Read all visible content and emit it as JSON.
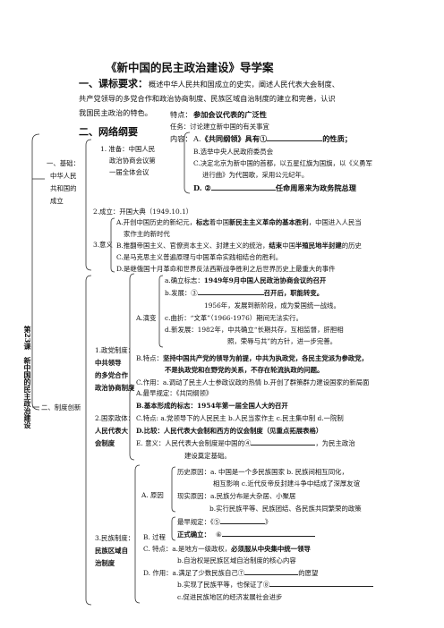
{
  "title": "《新中国的民主政治建设》导学案",
  "sec1": {
    "heading": "一、课标要求：",
    "line1": "概述中华人民共和国成立的史实，阐述人民代表大会制度、",
    "line2": "共产党领导的多党合作和政治协商制度、民族区域自治制度的建立和完善，认识",
    "line3": "我国民主政治的特色。"
  },
  "sec2": {
    "heading": "二、网络纲要",
    "feature_label": "特点：",
    "feature_value": "参加会议代表的广泛性",
    "task": "任务：讨论建立新中国的有关事宜",
    "content_label": "内容：",
    "content_a_pre": "A.",
    "content_a_bold": "《共同纲领》具有①",
    "content_a_post": "的性质；",
    "content_b": "B.选举中央人民政府委员会",
    "content_c1": "C.决定北京为新中国的首都，以五星红旗为国旗，以《义勇军",
    "content_c2": "进行曲》为代国歌，采用公元纪年。",
    "content_d_pre": "D. ②",
    "content_d_post": "任命周恩来为政务院总理"
  },
  "part1": {
    "label": [
      "一、基础：",
      "中华人民",
      "共和国的",
      "成立"
    ],
    "prep": [
      "1.  准备：中国人民",
      "政治协商会议第",
      "一届全体会议"
    ],
    "founding": "2.成立：开国大典（1949.10.1）",
    "meaning_label": "3.意义",
    "m_a1_pre": "A.开创中国历史的新纪元，",
    "m_a1_bold": "标志",
    "m_a1_mid": "着中国",
    "m_a1_rest": "新民主主义革命的基本胜利",
    "m_a1_end": "，中国进入人民当",
    "m_a2": "家作主的新时代",
    "m_b_pre": "B.推翻帝国主义、官僚资本主义、封建主义的统治，",
    "m_b_bold": "结束",
    "m_b_mid": "中国",
    "m_b_bold2": "半殖民地半封建",
    "m_b_end": "的历史",
    "m_c": "C.是马克思主义普遍原理与中国革命实践相结合的胜利。",
    "m_d": "D.是继俄国十月革命和世界反法西斯战争胜利之后世界历史上最重大的事件"
  },
  "side_label": "第23课　新中国的民主政治建设",
  "part2": {
    "label": "二、制度创新",
    "c1_label": "1.政党制度：",
    "c1_bold": [
      "中共领导",
      "的多党合作",
      "政治协商制度"
    ],
    "evo_label": "A.演变",
    "evo_a_pre": "a.确立标志：",
    "evo_a_bold": "1949年9月中国人民政治协商会议的召开",
    "evo_b_pre": "b.发展：③",
    "evo_b_bold": "召开后，职能转变。",
    "evo_b2": "1956年，发展到新阶段，成为爱国统一战线。",
    "evo_c": "c.曲折：“文革”（1966-1976）期间无法实行。",
    "evo_d1": "d.新发展：1982年，中共确立“长期共存，互相监督，肝胆相",
    "evo_d2": "照，荣辱与共”的方针，进一步完善。",
    "feat_pre": "B.特点：",
    "feat_bold1": "坚持中国共产党的领导为前提，中共为执政党，各民主党派为参政党，",
    "feat_bold2": "不是执政党和在野党的关系，不存在轮流执政的问题。",
    "func_pre": "C.作用：",
    "func_rest": "a.调动了民主人士参政议政的热情 b.开创了群策群力建设国家的新局面",
    "c2_label": "2.国家政体：",
    "c2_bold": [
      "人民代表大",
      "会制度"
    ],
    "p_a": "A.最早规定：《共同纲领》",
    "p_b_bold": "B.基本形成的标志：1954年第一届全国人大的召开",
    "p_c": "C.特点: a.党领导下的人民民主  b.人民当家作主  c.民主集中制  d.一院制",
    "p_d_bold": "D.比较：人民代表大会制和西方的议会制度（见重点拓展表格）",
    "p_e1_pre": "E. 意义：人民代表大会制度是中国的④",
    "p_e1_post": "，为民主政治",
    "p_e2": "建设奠定基础。",
    "c3_label": "3.民族制度：",
    "c3_bold": [
      "民族区域自",
      "治制度"
    ],
    "r_label": "A. 原因",
    "r_hist1": "历史原因：a. 中国是一个多民族国家 b. 民族间相互同化，",
    "r_hist2": "相互影响 c.近代反帝反封建斗争中结成了深厚友谊",
    "r_real1": "现实原因：a.民族分布是大杂居、小聚居",
    "r_real2": "b.实行民族平等、民族团结、各民族共同繁荣的政策",
    "proc_label": "B. 过程",
    "proc_a_pre": "最早规定：《⑤",
    "proc_a_post": "》",
    "proc_b_bold": "正式确立：",
    "proc_b_num": "⑥",
    "e_c_pre": "C. 特点：a.是地方一级政权，",
    "e_c_bold": "必须服从中央集中统一领导",
    "e_c2": "b.自治权是民族区域自治制度的核心内容",
    "e_d_pre": "D. 作用：a.满足了少数民族自己⑦",
    "e_d_post": "的愿望",
    "e_d2_pre": "b.实现了民族平等，也保证了⑧",
    "e_d3": "c.促进民族地区的经济发展社会进步"
  }
}
